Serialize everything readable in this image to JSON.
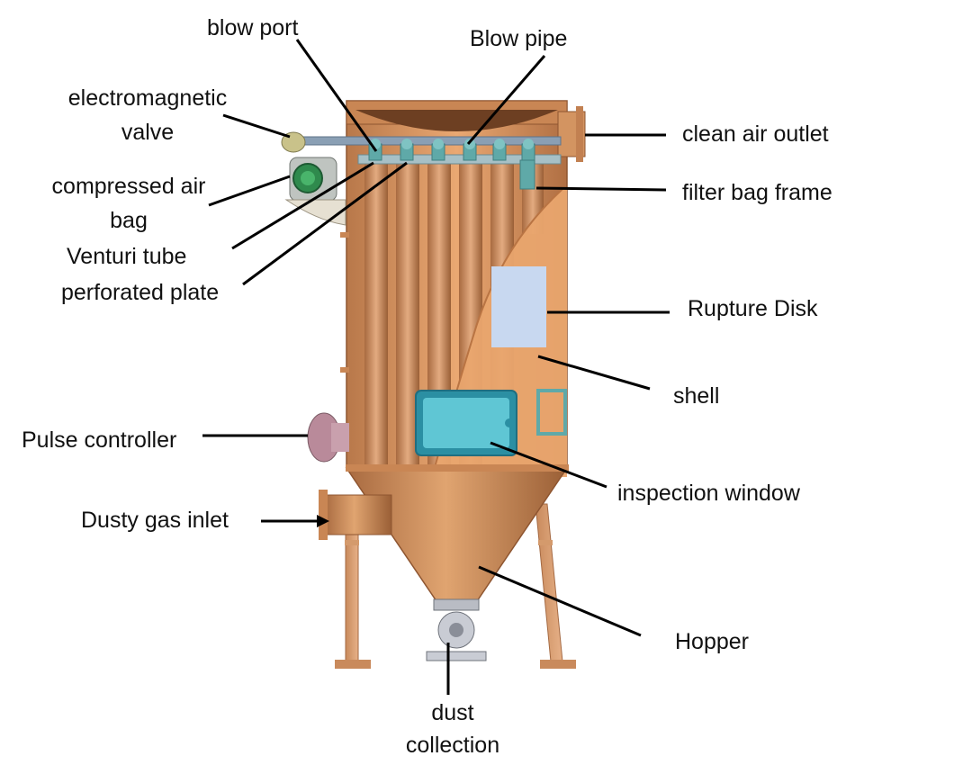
{
  "colors": {
    "shell_light": "#e9a56e",
    "shell_mid": "#c98654",
    "shell_dark": "#9a5f36",
    "window": "#47b4c4",
    "rupture_disk": "#c8d8f0",
    "pipe": "#8a9fb4",
    "nozzle": "#5fa9a8",
    "line": "#000000"
  },
  "labels": {
    "blow_port": "blow port",
    "blow_pipe": "Blow pipe",
    "electromagnetic_valve_1": "electromagnetic",
    "electromagnetic_valve_2": "valve",
    "clean_air_outlet": "clean air outlet",
    "compressed_air_bag_1": "compressed air",
    "compressed_air_bag_2": "bag",
    "filter_bag_frame": "filter bag frame",
    "venturi_tube": "Venturi tube",
    "perforated_plate": "perforated plate",
    "rupture_disk": "Rupture Disk",
    "shell": "shell",
    "pulse_controller": "Pulse controller",
    "inspection_window": "inspection window",
    "dusty_gas_inlet": "Dusty gas inlet",
    "hopper": "Hopper",
    "dust_collection_1": "dust",
    "dust_collection_2": "collection"
  }
}
